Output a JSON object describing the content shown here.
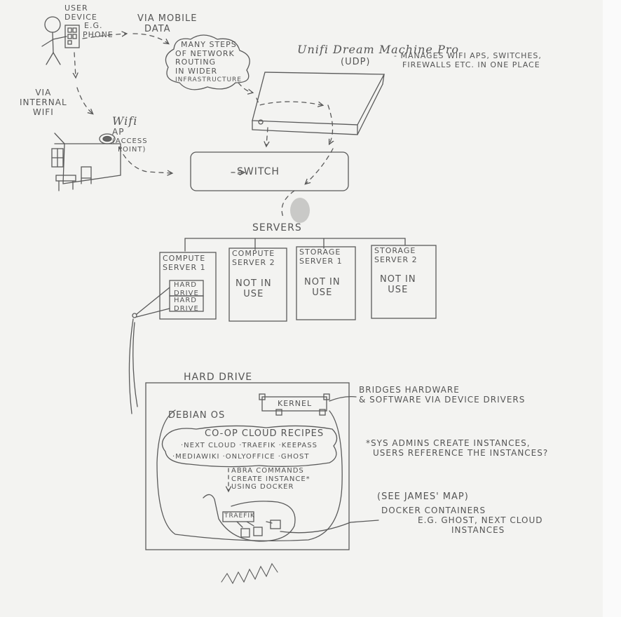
{
  "user": {
    "label": [
      "USER",
      "DEVICE",
      "E.G.",
      "PHONE"
    ],
    "via_mobile": [
      "VIA MOBILE",
      "DATA"
    ],
    "via_wifi": [
      "VIA",
      "INTERNAL",
      "WIFI"
    ]
  },
  "network": {
    "cloud_text": [
      "MANY STEPS",
      "OF NETWORK",
      "ROUTING",
      "IN WIDER",
      "INFRASTRUCTURE"
    ],
    "udm_title": "Unifi Dream Machine Pro",
    "udm_abbr": "(UDP)",
    "udm_note": [
      "- MANAGES WIFI APS, SWITCHES,",
      "FIREWALLS ETC. IN ONE PLACE"
    ],
    "wifi_ap": [
      "Wifi",
      "AP",
      "(ACCESS",
      "POINT)"
    ],
    "switch_label": "SWITCH"
  },
  "servers": {
    "heading": "SERVERS",
    "items": [
      {
        "name": [
          "COMPUTE",
          "SERVER 1"
        ],
        "drives": [
          "HARD",
          "DRIVE",
          "HARD",
          "DRIVE"
        ]
      },
      {
        "name": [
          "COMPUTE",
          "SERVER 2"
        ],
        "status": [
          "NOT IN",
          "USE"
        ]
      },
      {
        "name": [
          "STORAGE",
          "SERVER 1"
        ],
        "status": [
          "NOT IN",
          "USE"
        ]
      },
      {
        "name": [
          "STORAGE",
          "SERVER 2"
        ],
        "status": [
          "NOT IN",
          "USE"
        ]
      }
    ]
  },
  "hard_drive": {
    "title": "HARD DRIVE",
    "kernel": "KERNEL",
    "kernel_note": [
      "BRIDGES HARDWARE",
      "& SOFTWARE VIA DEVICE DRIVERS"
    ],
    "os": "DEBIAN OS",
    "recipes_title": "CO-OP CLOUD RECIPES",
    "recipes_row1": "·NEXT CLOUD  ·TRAEFIK  ·KEEPASS",
    "recipes_row2": "·MEDIAWIKI  ·ONLYOFFICE  ·GHOST",
    "abra_note": [
      "ABRA COMMANDS",
      "CREATE INSTANCE*",
      "USING DOCKER"
    ],
    "traefik": "TRAEFIK",
    "admin_note": [
      "*SYS ADMINS CREATE INSTANCES,",
      "USERS REFERENCE THE INSTANCES?"
    ],
    "map_note": "(SEE JAMES' MAP)",
    "containers_note": [
      "DOCKER CONTAINERS",
      "E.G. GHOST, NEXT CLOUD",
      "INSTANCES"
    ]
  }
}
